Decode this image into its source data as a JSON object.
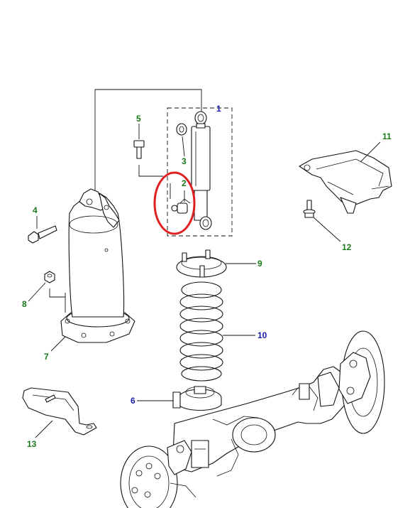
{
  "diagram": {
    "colors": {
      "callout_green": "#1a7a1a",
      "callout_blue": "#1a1aa8",
      "highlight_ring": "#e02020",
      "line": "#111111"
    },
    "callouts": [
      {
        "id": "1",
        "label": "1",
        "color": "blue",
        "part": "shock-absorber"
      },
      {
        "id": "2",
        "label": "2",
        "color": "green",
        "part": "lower-bush"
      },
      {
        "id": "3",
        "label": "3",
        "color": "green",
        "part": "upper-bush"
      },
      {
        "id": "4",
        "label": "4",
        "color": "green",
        "part": "turret-bolt"
      },
      {
        "id": "5",
        "label": "5",
        "color": "green",
        "part": "shock-bolt"
      },
      {
        "id": "6",
        "label": "6",
        "color": "blue",
        "part": "lower-spring-seat"
      },
      {
        "id": "7",
        "label": "7",
        "color": "green",
        "part": "turret"
      },
      {
        "id": "8",
        "label": "8",
        "color": "green",
        "part": "nut"
      },
      {
        "id": "9",
        "label": "9",
        "color": "green",
        "part": "upper-spring-seat"
      },
      {
        "id": "10",
        "label": "10",
        "color": "blue",
        "part": "coil-spring"
      },
      {
        "id": "11",
        "label": "11",
        "color": "green",
        "part": "bracket"
      },
      {
        "id": "12",
        "label": "12",
        "color": "green",
        "part": "flange-bolt"
      },
      {
        "id": "13",
        "label": "13",
        "color": "green",
        "part": "mounting-plate"
      }
    ],
    "highlighted_callout": "2"
  }
}
